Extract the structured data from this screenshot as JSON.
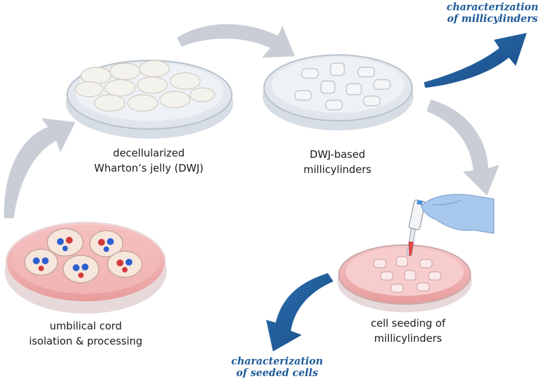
{
  "steps": [
    {
      "line1": "umbilical cord",
      "line2": "isolation & processing"
    },
    {
      "line1": "decellularized",
      "line2": "Wharton’s jelly (DWJ)"
    },
    {
      "line1": "DWJ-based",
      "line2": "millicylinders"
    },
    {
      "line1": "cell seeding of",
      "line2": "millicylinders"
    }
  ],
  "outputs": {
    "millicylinders": {
      "line1": "characterization",
      "line2": "of millicylinders"
    },
    "seeded": {
      "line1": "characterization",
      "line2": "of seeded cells"
    }
  },
  "colors": {
    "flow_arrow": "#c9ced6",
    "output_arrow": "#1e5a99",
    "medium": "#f2b8b8"
  }
}
